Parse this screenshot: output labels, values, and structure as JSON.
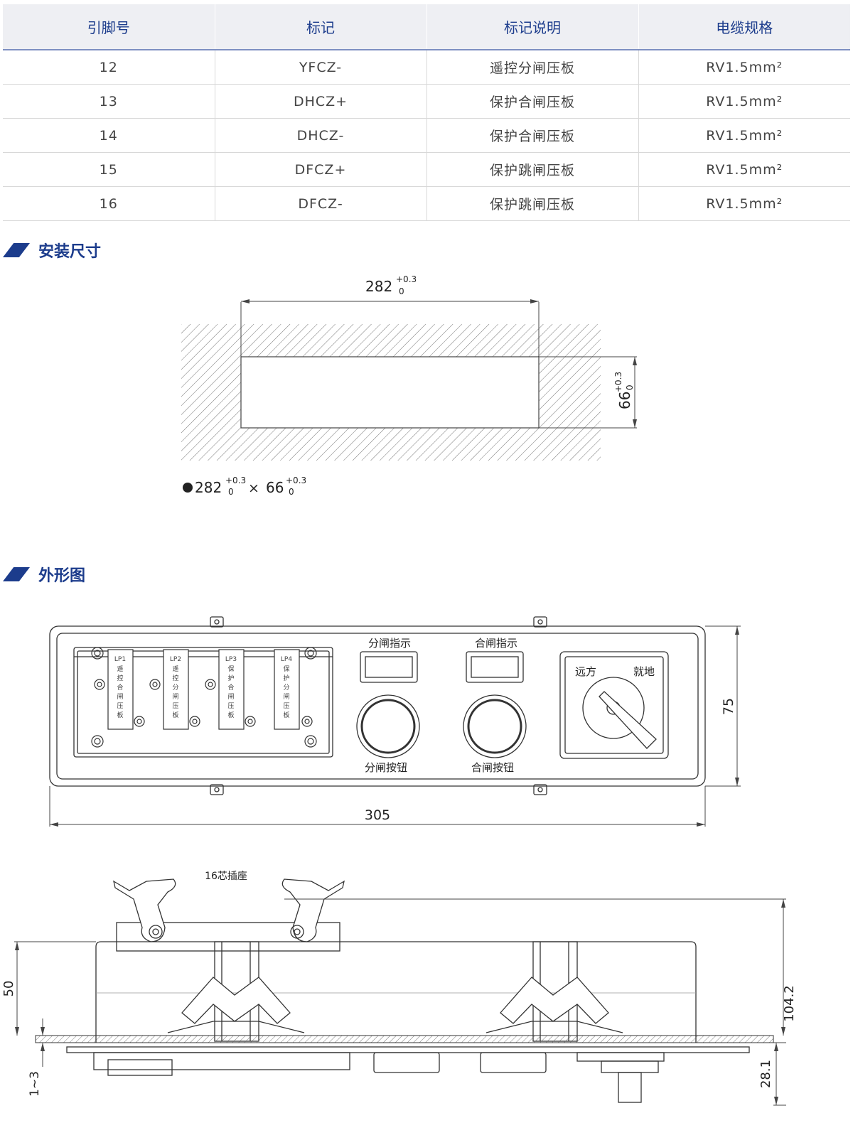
{
  "table": {
    "headers": [
      "引脚号",
      "标记",
      "标记说明",
      "电缆规格"
    ],
    "rows": [
      [
        "12",
        "YFCZ-",
        "遥控分闸压板",
        "RV1.5mm²"
      ],
      [
        "13",
        "DHCZ+",
        "保护合闸压板",
        "RV1.5mm²"
      ],
      [
        "14",
        "DHCZ-",
        "保护合闸压板",
        "RV1.5mm²"
      ],
      [
        "15",
        "DFCZ+",
        "保护跳闸压板",
        "RV1.5mm²"
      ],
      [
        "16",
        "DFCZ-",
        "保护跳闸压板",
        "RV1.5mm²"
      ]
    ]
  },
  "mounting": {
    "title": "安装尺寸",
    "width_value": "282",
    "height_value": "66",
    "tol_upper": "+0.3",
    "tol_lower": "0",
    "times": "×"
  },
  "outline": {
    "title": "外形图",
    "trip_indicator": "分闸指示",
    "close_indicator": "合闸指示",
    "trip_button": "分闸按钮",
    "close_button": "合闸按钮",
    "remote": "远方",
    "local": "就地",
    "width_dim": "305",
    "height_dim": "75",
    "plates": [
      {
        "code": "LP1",
        "chars": [
          "遥",
          "控",
          "合",
          "闸",
          "压",
          "板"
        ]
      },
      {
        "code": "LP2",
        "chars": [
          "遥",
          "控",
          "分",
          "闸",
          "压",
          "板"
        ]
      },
      {
        "code": "LP3",
        "chars": [
          "保",
          "护",
          "合",
          "闸",
          "压",
          "板"
        ]
      },
      {
        "code": "LP4",
        "chars": [
          "保",
          "护",
          "分",
          "闸",
          "压",
          "板"
        ]
      }
    ]
  },
  "side": {
    "socket_label": "16芯插座",
    "dim_50": "50",
    "dim_1042": "104.2",
    "dim_13": "1~3",
    "dim_281": "28.1"
  }
}
